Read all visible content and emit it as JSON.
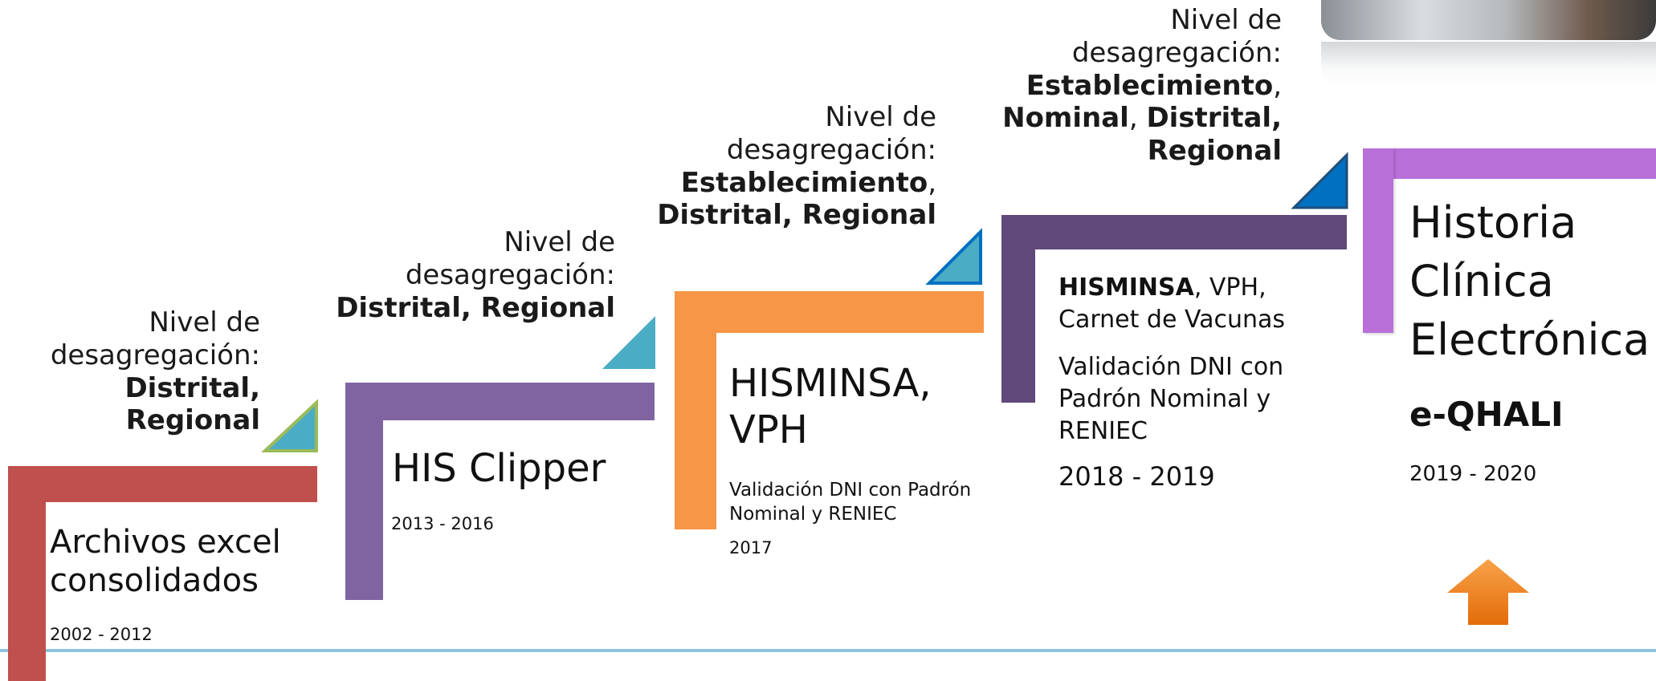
{
  "colors": {
    "step1": "#c0504d",
    "step2": "#8064a2",
    "step3": "#f79646",
    "step4": "#5f497a",
    "step5": "#b86fd8",
    "triangle_teal": "#4bacc6",
    "triangle_blue": "#0070c0",
    "arrow": "#e36c09",
    "baseline": "#8fc3dd"
  },
  "steps": [
    {
      "nivel_l1": "Nivel de",
      "nivel_l2": "desagregación:",
      "nivel_bold": "Distrital, Regional",
      "title_l1": "Archivos excel",
      "title_l2": "consolidados",
      "years": "2002 - 2012"
    },
    {
      "nivel_l1": "Nivel de",
      "nivel_l2": "desagregación:",
      "nivel_bold": "Distrital, Regional",
      "title": "HIS Clipper",
      "years": "2013 - 2016"
    },
    {
      "nivel_l1": "Nivel de",
      "nivel_l2": "desagregación:",
      "nivel_bold1": "Establecimiento",
      "nivel_comma": ",",
      "nivel_bold2": "Distrital, Regional",
      "title_l1": "HISMINSA,",
      "title_l2": "VPH",
      "validation_l1": "Validación DNI con Padrón",
      "validation_l2": "Nominal y RENIEC",
      "years": "2017"
    },
    {
      "nivel_l1": "Nivel de",
      "nivel_l2": "desagregación:",
      "nivel_bold1": "Establecimiento",
      "nivel_comma1": ",",
      "nivel_bold2": "Nominal",
      "nivel_comma2": ", ",
      "nivel_bold3": "Distrital,",
      "nivel_bold4": "Regional",
      "systems_bold": "HISMINSA",
      "systems_rest": ", VPH,",
      "systems_l2": "Carnet de Vacunas",
      "validation_l1": "Validación DNI con",
      "validation_l2": "Padrón Nominal y",
      "validation_l3": "RENIEC",
      "years": "2018 - 2019"
    },
    {
      "title_l1": "Historia",
      "title_l2": "Clínica",
      "title_l3": "Electrónica",
      "subtitle": "e-QHALI",
      "years": "2019 - 2020"
    }
  ]
}
